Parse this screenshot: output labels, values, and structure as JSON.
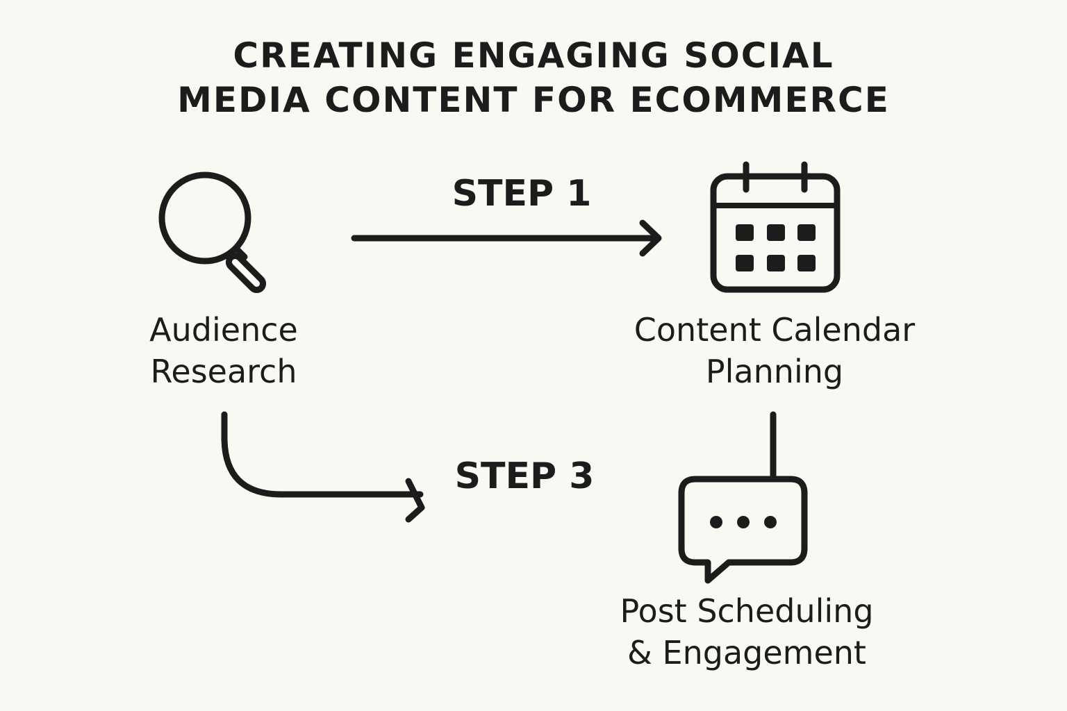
{
  "title": {
    "line1": "CREATING ENGAGING SOCIAL",
    "line2": "MEDIA CONTENT FOR ECOMMERCE"
  },
  "steps": {
    "step1": "STEP 1",
    "step3": "STEP 3"
  },
  "nodes": {
    "audience": {
      "line1": "Audience",
      "line2": "Research",
      "icon": "magnifying-glass-icon"
    },
    "calendar": {
      "line1": "Content Calendar",
      "line2": "Planning",
      "icon": "calendar-icon"
    },
    "post": {
      "line1": "Post Scheduling",
      "line2": "& Engagement",
      "icon": "chat-bubble-icon"
    }
  },
  "colors": {
    "background": "#faf8f3",
    "ink": "#1c1c1c"
  }
}
